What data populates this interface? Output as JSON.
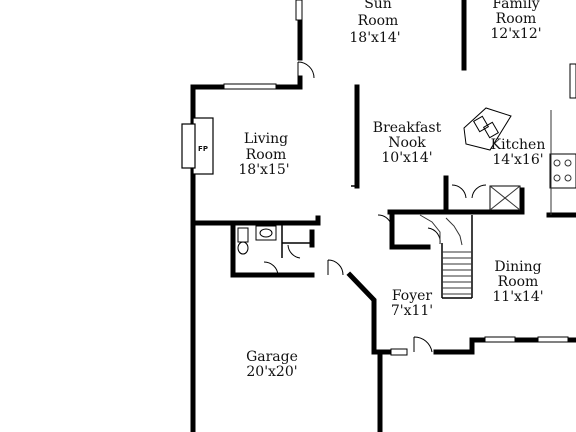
{
  "rooms": {
    "sun_room": {
      "name": "Sun Room",
      "name_lines": [
        "Sun",
        "Room"
      ],
      "size": "18'x14'"
    },
    "family_room": {
      "name": "Family Room",
      "name_lines": [
        "Family",
        "Room"
      ],
      "size": "12'x12'"
    },
    "living_room": {
      "name": "Living Room",
      "name_lines": [
        "Living",
        "Room"
      ],
      "size": "18'x15'"
    },
    "breakfast_nook": {
      "name": "Breakfast Nook",
      "name_lines": [
        "Breakfast",
        "Nook"
      ],
      "size": "10'x14'"
    },
    "kitchen": {
      "name": "Kitchen",
      "name_lines": [
        "Kitchen"
      ],
      "size": "14'x16'"
    },
    "dining_room": {
      "name": "Dining Room",
      "name_lines": [
        "Dining",
        "Room"
      ],
      "size": "11'x14'"
    },
    "foyer": {
      "name": "Foyer",
      "name_lines": [
        "Foyer"
      ],
      "size": "7'x11'"
    },
    "garage": {
      "name": "Garage",
      "name_lines": [
        "Garage"
      ],
      "size": "20'x20'"
    }
  },
  "fixtures": {
    "fireplace": {
      "label": "FP",
      "icon": "fireplace-icon"
    },
    "sink": {
      "icon": "sink-icon"
    },
    "stove": {
      "icon": "stove-icon"
    },
    "stairs": {
      "icon": "stairs-icon"
    },
    "toilet": {
      "icon": "toilet-icon"
    }
  },
  "colors": {
    "wall": "#000000",
    "background": "#ffffff",
    "text": "#111111"
  }
}
